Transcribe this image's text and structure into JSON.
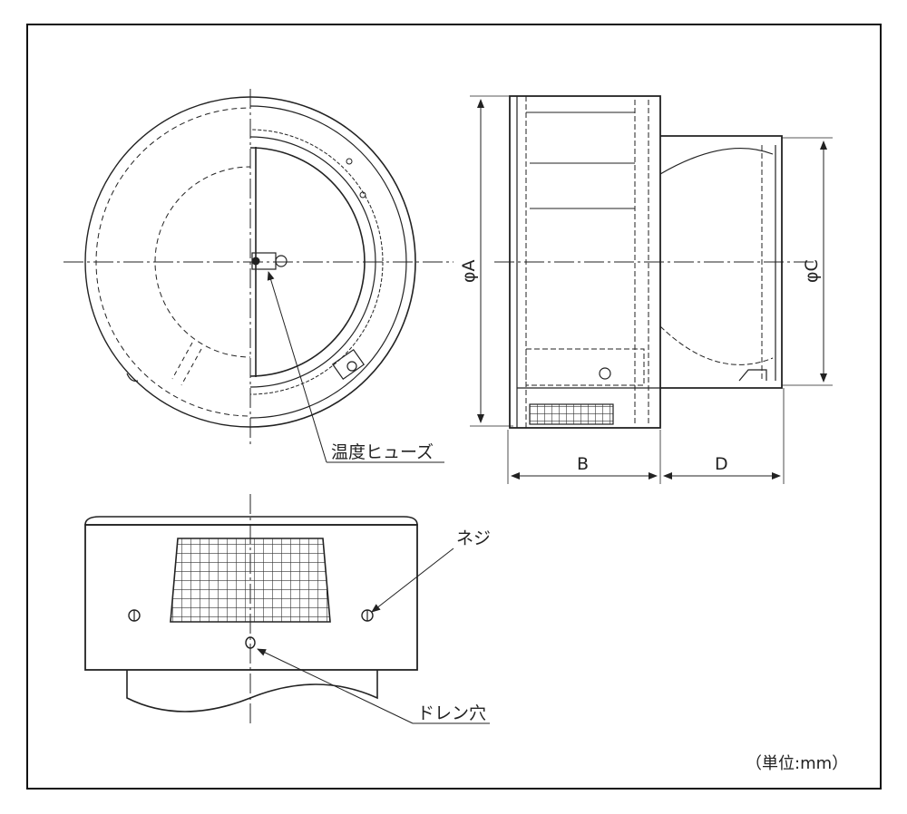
{
  "labels": {
    "thermal_fuse": "温度ヒューズ",
    "screw": "ネジ",
    "drain_hole": "ドレン穴",
    "unit": "（単位:mm）"
  },
  "dimensions": {
    "a": "φA",
    "b": "B",
    "c": "φC",
    "d": "D"
  },
  "colors": {
    "line": "#222222",
    "frame": "#111111"
  }
}
